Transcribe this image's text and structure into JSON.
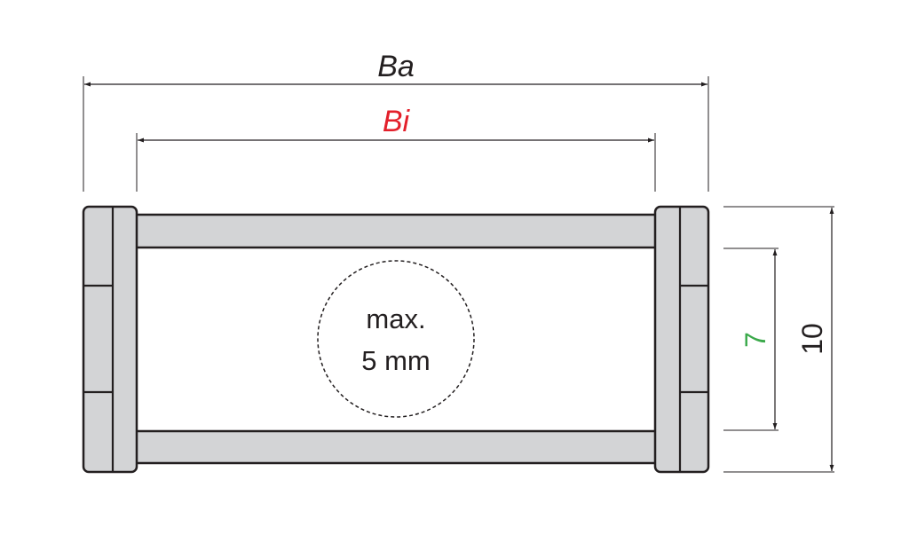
{
  "labels": {
    "outer_width": "Ba",
    "inner_width": "Bi",
    "max_cable_line1": "max.",
    "max_cable_line2": "5 mm",
    "inner_height": "7",
    "outer_height": "10"
  },
  "colors": {
    "part_fill": "#d3d4d6",
    "outline": "#231f20",
    "inner_width_label": "#e3202b",
    "inner_height_label": "#3aa94a"
  }
}
